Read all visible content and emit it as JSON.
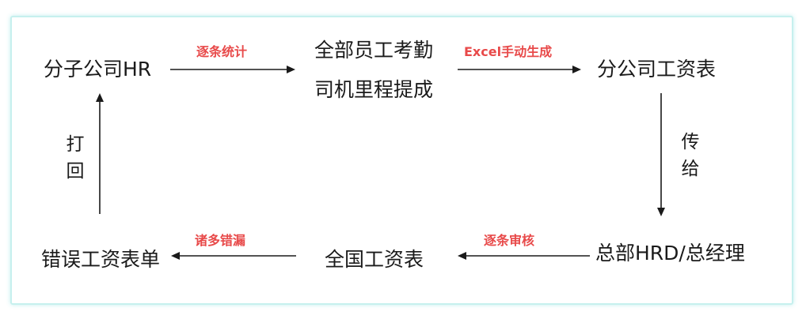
{
  "colors": {
    "label": "#e84a4a",
    "arrow": "#1a1a1a",
    "frame_border": "#c6f0ee",
    "text": "#1a1a1a"
  },
  "nodes": {
    "subsidiary_hr": "分子公司HR",
    "attendance_line1": "全部员工考勤",
    "attendance_line2": "司机里程提成",
    "branch_payroll": "分公司工资表",
    "hq_hrd": "总部HRD/总经理",
    "national_payroll": "全国工资表",
    "error_payroll": "错误工资表单"
  },
  "edges": {
    "hr_to_attendance": "逐条统计",
    "attendance_to_branch": "Excel手动生成",
    "branch_to_hq": "传给",
    "hq_to_national": "逐条审核",
    "national_to_error": "诸多错漏",
    "error_to_hr": "打回"
  }
}
